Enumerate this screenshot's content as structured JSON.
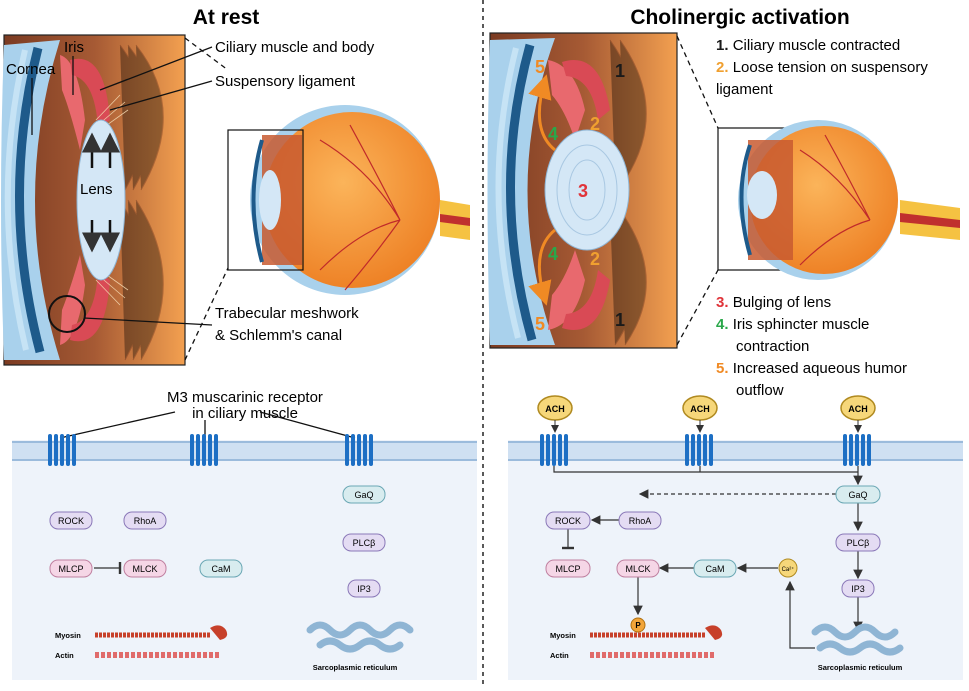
{
  "left": {
    "title": "At rest",
    "labels": {
      "iris": "Iris",
      "cornea": "Cornea",
      "ciliary": "Ciliary muscle and body",
      "suspensory": "Suspensory ligament",
      "lens": "Lens",
      "trabecular1": "Trabecular meshwork",
      "trabecular2": "& Schlemm's canal"
    },
    "receptor_label1": "M3 muscarinic receptor",
    "receptor_label2": "in ciliary muscle",
    "nodes": {
      "rock": "ROCK",
      "rhoa": "RhoA",
      "mlcp": "MLCP",
      "mlck": "MLCK",
      "cam": "CaM",
      "gaq": "GaQ",
      "plcb": "PLCβ",
      "ip3": "IP3"
    },
    "myosin": "Myosin",
    "actin": "Actin",
    "sr": "Sarcoplasmic reticulum"
  },
  "right": {
    "title": "Cholinergic activation",
    "items": [
      {
        "num": "1.",
        "text1": "Ciliary muscle contracted",
        "text2": "",
        "color": "#1a1a1a"
      },
      {
        "num": "2.",
        "text1": "Loose tension on suspensory",
        "text2": "ligament",
        "color": "#f0a030"
      },
      {
        "num": "3.",
        "text1": "Bulging of lens",
        "text2": "",
        "color": "#e0343a"
      },
      {
        "num": "4.",
        "text1": "Iris sphincter muscle",
        "text2": "contraction",
        "color": "#2aa84a"
      },
      {
        "num": "5.",
        "text1": "Increased aqueous humor",
        "text2": "outflow",
        "color": "#f08a24"
      }
    ],
    "eye_numbers": {
      "n1": "1",
      "n2": "2",
      "n3": "3",
      "n4": "4",
      "n5": "5"
    },
    "ach": "ACH",
    "nodes": {
      "rock": "ROCK",
      "rhoa": "RhoA",
      "mlcp": "MLCP",
      "mlck": "MLCK",
      "cam": "CaM",
      "gaq": "GaQ",
      "plcb": "PLCβ",
      "ip3": "IP3",
      "ca": "Ca²⁺"
    },
    "phos": "P",
    "myosin": "Myosin",
    "actin": "Actin",
    "sr": "Sarcoplasmic reticulum"
  },
  "colors": {
    "receptor": "#1d6fc4",
    "membrane": "#cfe0f2",
    "cell": "#eef3fa",
    "sclera": "#a9d1ec",
    "iris": "#e8696e",
    "lens": "#d4e7f6",
    "eyeball": "#f28a2a",
    "ach": "#f6d77a"
  }
}
